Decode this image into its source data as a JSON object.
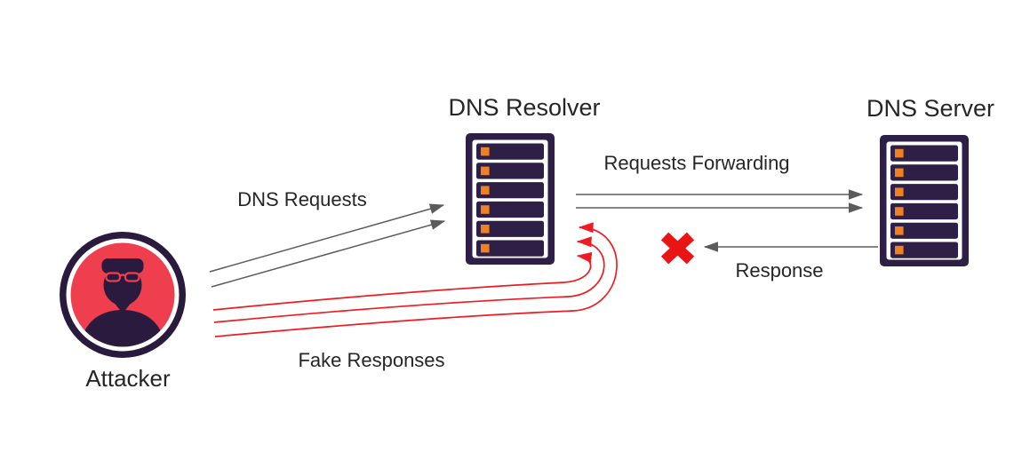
{
  "nodes": {
    "attacker": {
      "label": "Attacker",
      "icon": "hacker-avatar-icon"
    },
    "dns_resolver": {
      "label": "DNS Resolver",
      "icon": "server-rack-icon",
      "slot_count": 6
    },
    "dns_server": {
      "label": "DNS Server",
      "icon": "server-rack-icon",
      "slot_count": 6
    }
  },
  "edges": {
    "dns_requests": {
      "label": "DNS Requests",
      "from": "Attacker",
      "to": "DNS Resolver",
      "style": "double-straight-arrow",
      "color": "#5b5b5b"
    },
    "requests_forwarding": {
      "label": "Requests Forwarding",
      "from": "DNS Resolver",
      "to": "DNS Server",
      "style": "double-straight-arrow",
      "color": "#5b5b5b"
    },
    "response": {
      "label": "Response",
      "from": "DNS Server",
      "to": "DNS Resolver",
      "style": "blocked-arrow",
      "blocked_icon": "red-x-icon",
      "color": "#5b5b5b"
    },
    "fake_responses": {
      "label": "Fake Responses",
      "from": "Attacker",
      "to": "DNS Resolver",
      "style": "triple-curved-arrow",
      "color": "#ee1b23"
    }
  },
  "colors": {
    "server_purple": "#2e1f47",
    "slot_orange": "#ee8122",
    "arrow_red": "#ee1b23",
    "blocked_x_red": "#e91414",
    "avatar_red": "#ef3f4e",
    "avatar_dark": "#2a1b3e",
    "arrow_gray": "#5b5b5b",
    "text": "#262626",
    "background": "#ffffff"
  }
}
